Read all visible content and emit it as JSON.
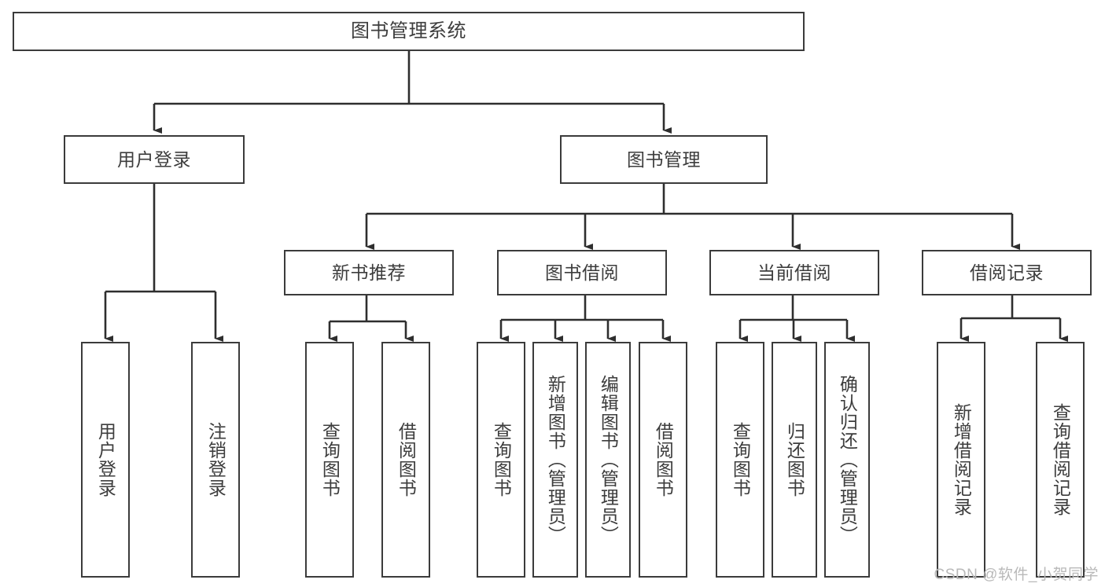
{
  "diagram": {
    "title": "图书管理系统",
    "type": "tree",
    "colors": {
      "background": "#ffffff",
      "box_border": "#3b3b3b",
      "box_fill": "#ffffff",
      "text": "#3d3d3d",
      "connector": "#2e2e2e",
      "watermark": "#b9b9b9"
    },
    "root": {
      "label": "图书管理系统"
    },
    "level2": [
      {
        "label": "用户登录"
      },
      {
        "label": "图书管理"
      }
    ],
    "level3": [
      {
        "label": "新书推荐"
      },
      {
        "label": "图书借阅"
      },
      {
        "label": "当前借阅"
      },
      {
        "label": "借阅记录"
      }
    ],
    "leaves": {
      "user_login": [
        {
          "label": "用户登录"
        },
        {
          "label": "注销登录"
        }
      ],
      "new_book": [
        {
          "label": "查询图书"
        },
        {
          "label": "借阅图书"
        }
      ],
      "book_borrow": [
        {
          "label": "查询图书"
        },
        {
          "label": "新增图书（管理员）"
        },
        {
          "label": "编辑图书（管理员）"
        },
        {
          "label": "借阅图书"
        }
      ],
      "current_borrow": [
        {
          "label": "查询图书"
        },
        {
          "label": "归还图书"
        },
        {
          "label": "确认归还（管理员）"
        }
      ],
      "borrow_record": [
        {
          "label": "新增借阅记录"
        },
        {
          "label": "查询借阅记录"
        }
      ]
    }
  },
  "watermark": {
    "text": "CSDN @软件_小贺同学"
  }
}
